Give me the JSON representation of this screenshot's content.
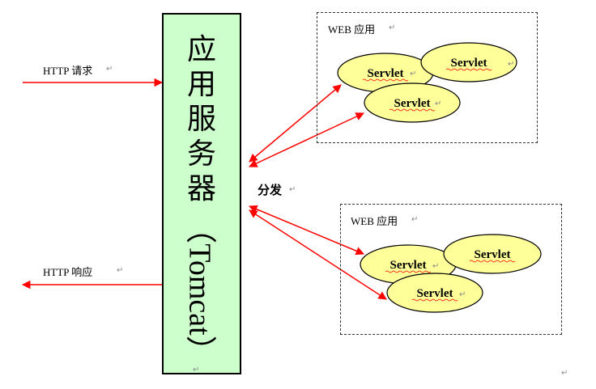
{
  "server": {
    "title_chars": [
      "应",
      "用",
      "服",
      "务",
      "器"
    ],
    "tomcat_label": "（Tomcat）"
  },
  "request_label": "HTTP 请求",
  "response_label": "HTTP 响应",
  "dispatch_label": "分发",
  "web_apps": [
    {
      "title": "WEB 应用",
      "servlets": [
        "Servlet",
        "Servlet",
        "Servlet"
      ]
    },
    {
      "title": "WEB 应用",
      "servlets": [
        "Servlet",
        "Servlet",
        "Servlet"
      ]
    }
  ],
  "colors": {
    "server_fill": "#ccffcc",
    "servlet_fill": "#ffff99",
    "arrow": "#ff0000",
    "spellcheck_underline": "#ff0000"
  }
}
